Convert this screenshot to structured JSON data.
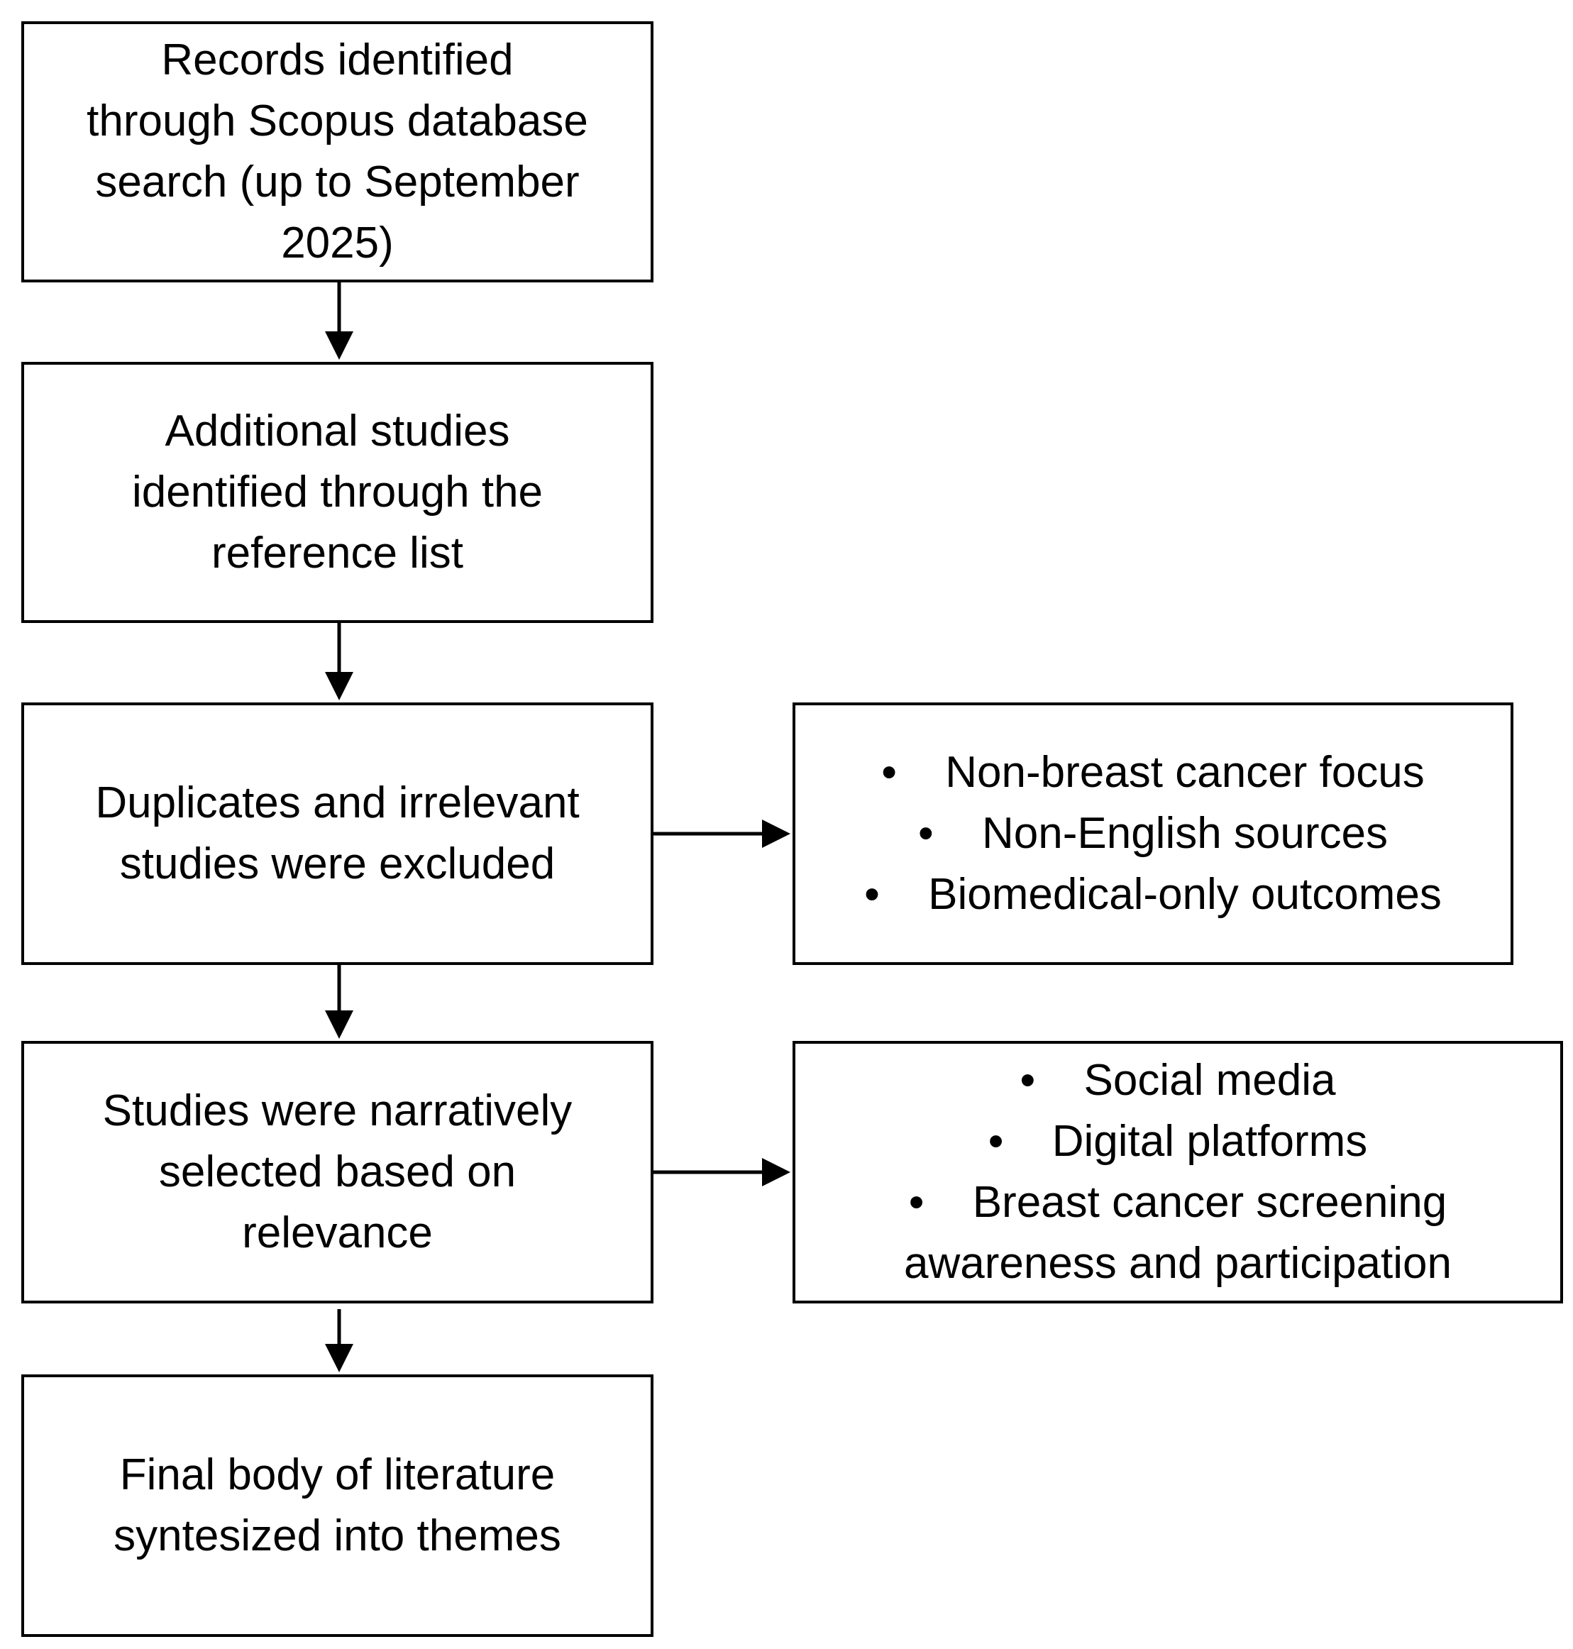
{
  "steps": [
    {
      "lines": [
        "Records identified",
        "through Scopus database",
        "search (up to September",
        "2025)"
      ]
    },
    {
      "lines": [
        "Additional studies",
        "identified through the",
        "reference list"
      ]
    },
    {
      "lines": [
        "Duplicates and irrelevant",
        "studies were excluded"
      ]
    },
    {
      "lines": [
        "Studies were narratively",
        "selected based on",
        "relevance"
      ]
    },
    {
      "lines": [
        "Final body of literature",
        "syntesized into themes"
      ]
    }
  ],
  "side_boxes": {
    "exclusion_criteria": {
      "bullet": "•",
      "items": [
        "Non-breast cancer focus",
        "Non-English sources",
        "Biomedical-only outcomes"
      ]
    },
    "selection_themes": {
      "bullet": "•",
      "items": [
        "Social media",
        "Digital platforms",
        "Breast cancer screening"
      ],
      "continuation": "awareness and participation"
    }
  }
}
